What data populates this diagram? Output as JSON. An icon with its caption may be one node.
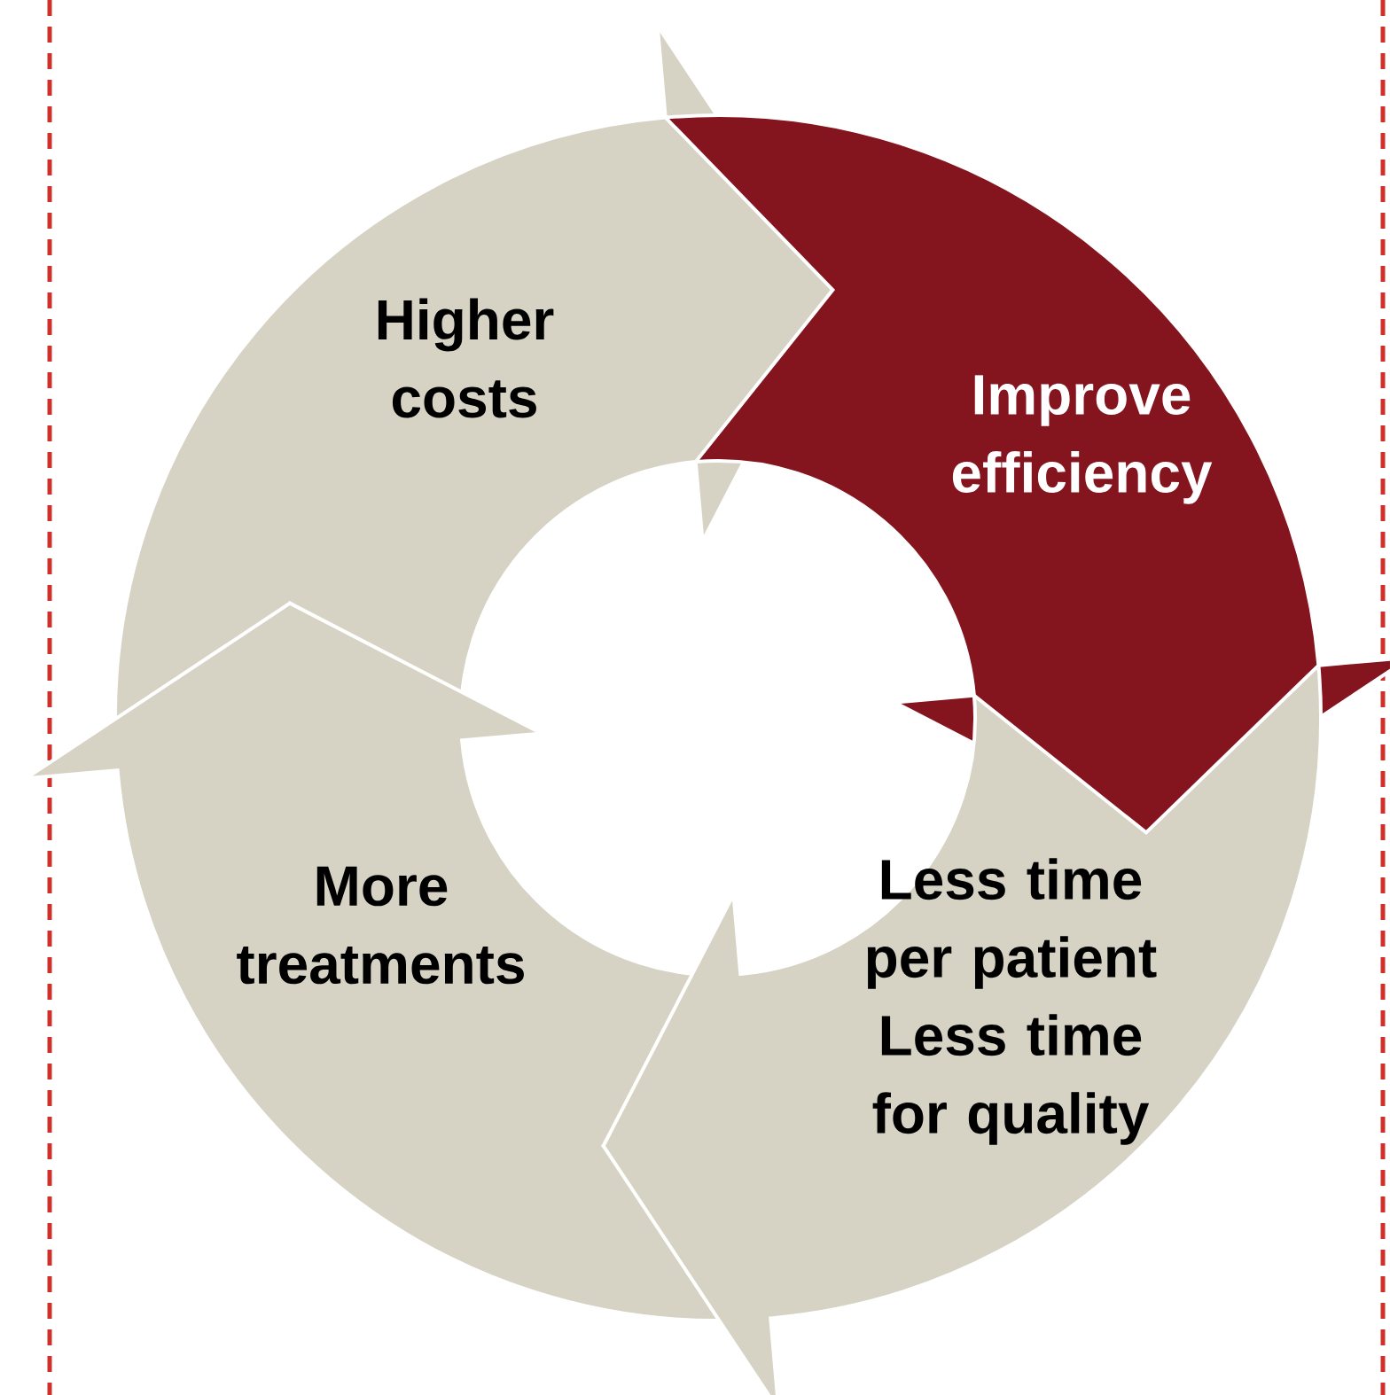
{
  "diagram": {
    "nodes": [
      {
        "text": [
          "Higher costs"
        ]
      },
      {
        "text": [
          "Improve efficiency"
        ]
      },
      {
        "text": [
          "More treatments"
        ]
      },
      {
        "text": [
          "Less time per patient",
          "Less time for quality"
        ]
      }
    ]
  }
}
